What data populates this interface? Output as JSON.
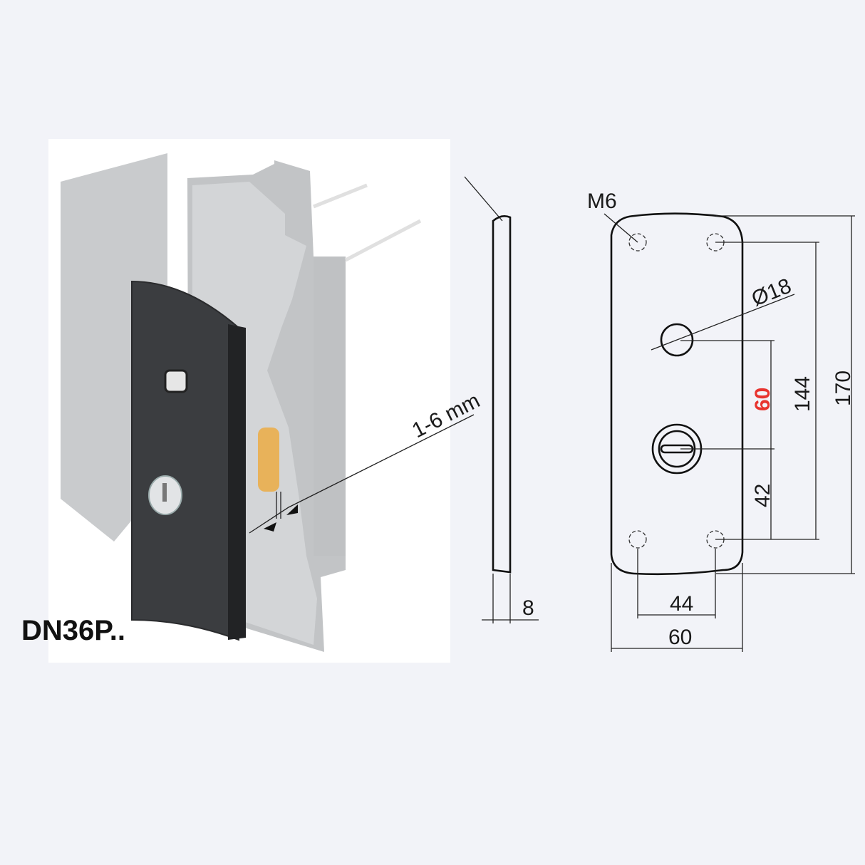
{
  "model_label": "DN36P..",
  "illustration": {
    "gap_label": "1-6 mm",
    "plate_color": "#3b3d40",
    "frame_color": "#c4c6c8",
    "cylinder_color": "#e8b25a"
  },
  "side_view": {
    "thickness_label": "8"
  },
  "front_view": {
    "thread_label": "M6",
    "hole_diameter_label": "Ø18",
    "centre_distance_label": "60",
    "centre_distance_color": "#e8342f",
    "screw_spacing_vertical_label": "144",
    "height_label": "170",
    "bottom_offset_label": "42",
    "screw_spacing_horizontal_label": "44",
    "width_label": "60"
  }
}
